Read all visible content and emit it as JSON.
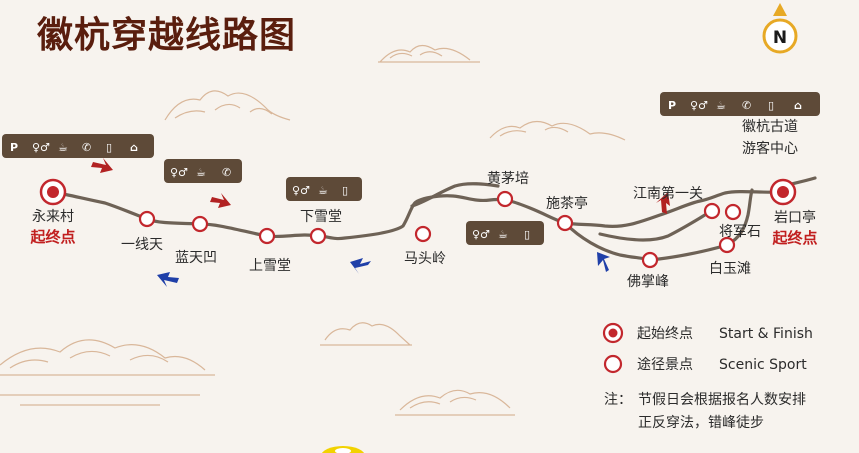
{
  "title": "徽杭穿越线路图",
  "compass": {
    "label": "N"
  },
  "start": {
    "name": "永来村",
    "tag": "起终点"
  },
  "end": {
    "name": "岩口亭",
    "tag": "起终点"
  },
  "visitor_center": {
    "line1": "徽杭古道",
    "line2": "游客中心"
  },
  "stops": [
    {
      "name": "一线天"
    },
    {
      "name": "蓝天凹"
    },
    {
      "name": "上雪堂"
    },
    {
      "name": "下雪堂"
    },
    {
      "name": "马头岭"
    },
    {
      "name": "黄茅培"
    },
    {
      "name": "施茶亭"
    },
    {
      "name": "佛掌峰"
    },
    {
      "name": "江南第一关"
    },
    {
      "name": "将军石"
    },
    {
      "name": "白玉滩"
    }
  ],
  "facility_groups": [
    {
      "icons": [
        "parking-icon",
        "restroom-icon",
        "tea-icon",
        "phone-icon",
        "document-icon",
        "shelter-icon"
      ]
    },
    {
      "icons": [
        "restroom-icon",
        "tea-icon",
        "phone-icon"
      ]
    },
    {
      "icons": [
        "restroom-icon",
        "tea-icon",
        "document-icon"
      ]
    },
    {
      "icons": [
        "restroom-icon",
        "tea-icon",
        "document-icon"
      ]
    },
    {
      "icons": [
        "parking-icon",
        "restroom-icon",
        "tea-icon",
        "phone-icon",
        "document-icon",
        "shelter-icon"
      ]
    }
  ],
  "legend": {
    "start_finish_cn": "起始终点",
    "start_finish_en": "Start & Finish",
    "scenic_cn": "途径景点",
    "scenic_en": "Scenic Sport"
  },
  "note": {
    "label": "注：",
    "line1": "节假日会根据报名人数安排",
    "line2": "正反穿法，错峰徒步"
  },
  "colors": {
    "route": "#6e6256",
    "marker": "#c2272d",
    "facility_bg": "#5e4a38",
    "arrow_red": "#b22222",
    "arrow_blue": "#1f3fa8",
    "title": "#5a1e0e",
    "mountain": "#d9b79a"
  }
}
